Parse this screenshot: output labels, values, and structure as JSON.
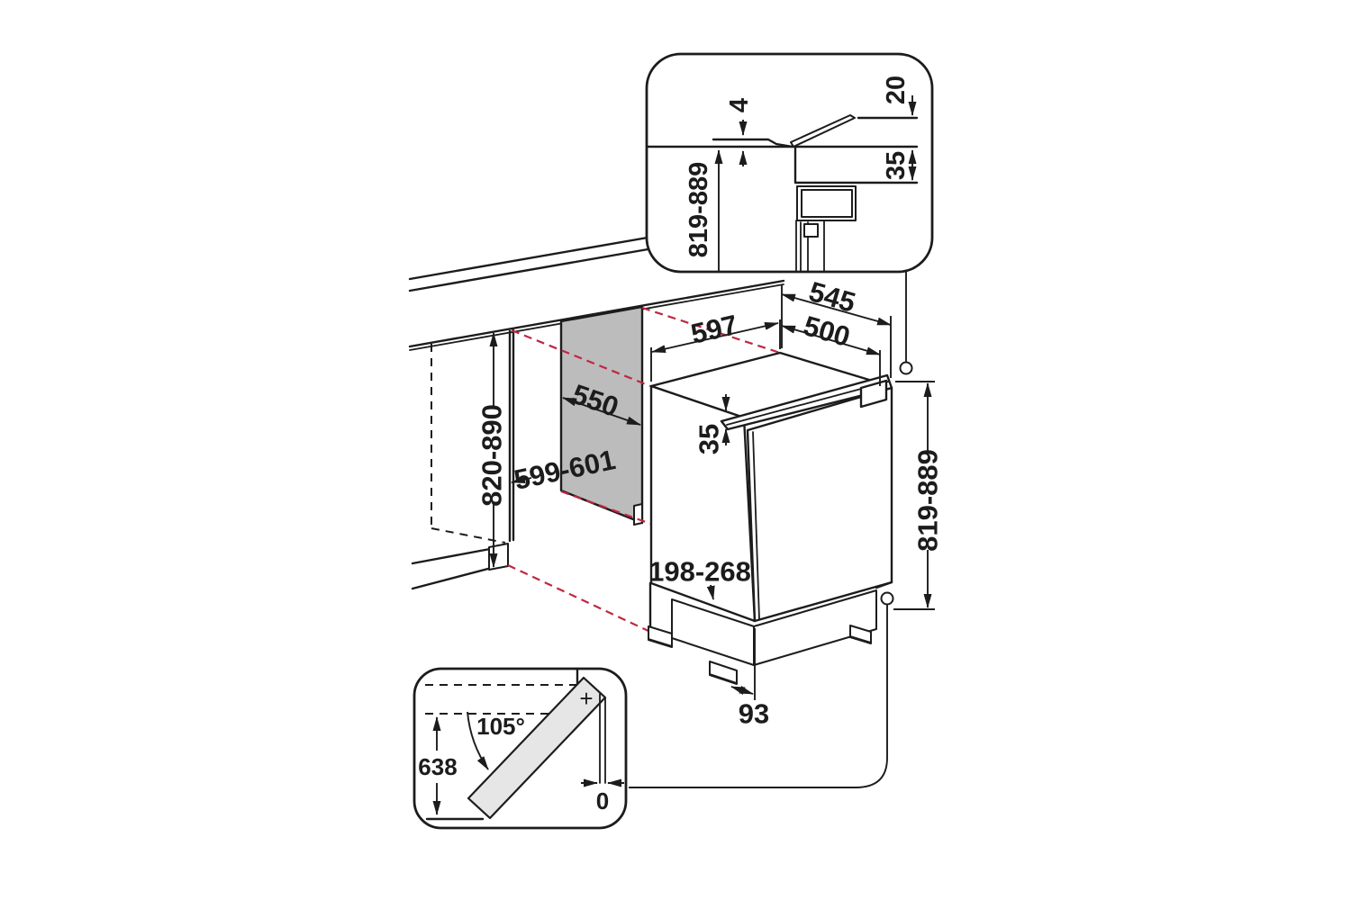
{
  "labels": {
    "top_inset": {
      "door_gap": "4",
      "top_clearance": "20",
      "height_range": "819-889",
      "worktop_gap": "35"
    },
    "main": {
      "width": "597",
      "depth_total": "545",
      "depth_body": "500",
      "niche_depth": "550",
      "niche_width": "599-601",
      "niche_height": "820-890",
      "door_top_inset": "35",
      "height_range": "819-889",
      "plinth_range": "198-268",
      "plinth_recess": "93"
    },
    "door_inset": {
      "opening_angle": "105°",
      "swing_depth": "638",
      "side_clearance": "0",
      "hinge_mark": "+"
    }
  },
  "colors": {
    "line": "#1c1c1c",
    "red_dashed": "#bf2742",
    "niche_panel_gray": "#bcbcbc",
    "door_gray": "#e6e6e6",
    "background": "#ffffff"
  }
}
